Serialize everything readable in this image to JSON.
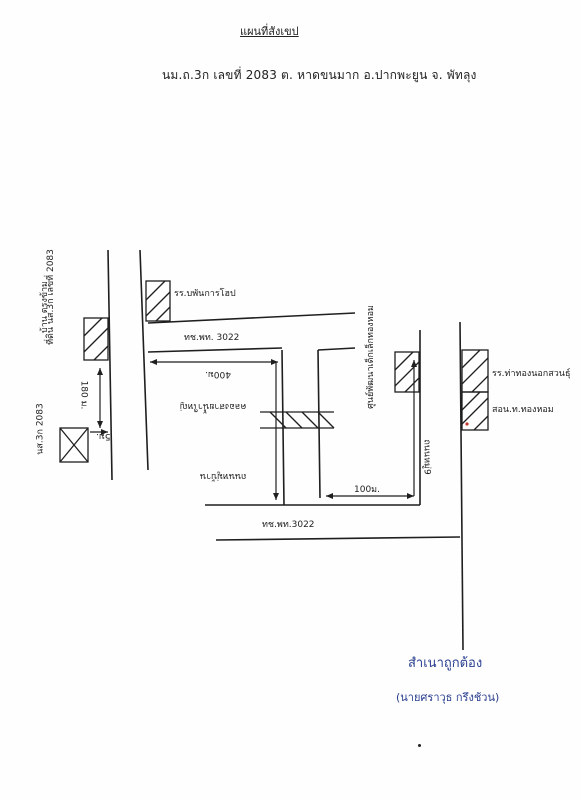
{
  "document": {
    "title": "แผนที่สังเขป",
    "header_line": "นม.ถ.3ก เลขที่ 2083 ต. หาดขนมาก อ.ปากพะยูน จ. พัทลุง"
  },
  "map": {
    "labels": {
      "school_top": "รร.บพันการโฮป",
      "road_top": "ทช.พท. 3022",
      "road_bottom": "ทช.พท.3022",
      "dist_top": "400ม.",
      "dist_mid": "100ม.",
      "dist_vertical": "180 ม.",
      "dist_small": "5ม.",
      "canal": "คลองสายน้ำใหญ่",
      "village_road": "ถนนหมู่บ้าน",
      "school_right": "รร.ท่าทองนอกสวนธุ์",
      "health_right": "สอน.ท.ทองหอม",
      "center_vertical": "ศูนย์พัฒนาเด็กเล็กทองหอม",
      "right_vertical": "ถนนหมู่9",
      "left_vertical_1": "ที่ดิน นส.3ก เลขที่ 2083",
      "left_vertical_2": "บ้าน ตรงข้าม",
      "parcel_label": "นส.3ก 2083"
    }
  },
  "certification": {
    "certify_text": "สำเนาถูกต้อง",
    "signer_text": "(นายศราวุธ  กรึงช้วน)"
  }
}
